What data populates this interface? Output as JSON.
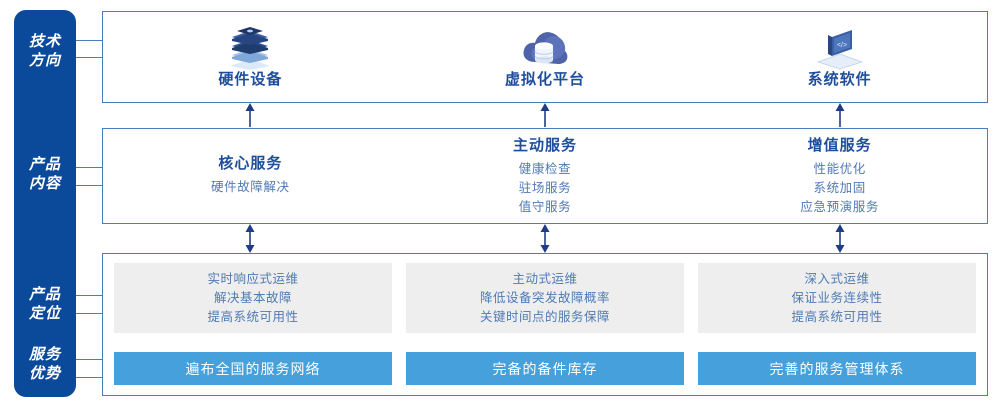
{
  "rail": {
    "items": [
      {
        "id": "tech-direction",
        "line1": "技术",
        "line2": "方向"
      },
      {
        "id": "product-content",
        "line1": "产品",
        "line2": "内容"
      },
      {
        "id": "product-position",
        "line1": "产品",
        "line2": "定位"
      },
      {
        "id": "service-advantage",
        "line1": "服务",
        "line2": "优势"
      }
    ]
  },
  "tech": {
    "columns": [
      {
        "icon": "server-stack-icon",
        "label": "硬件设备"
      },
      {
        "icon": "cloud-database-icon",
        "label": "虚拟化平台"
      },
      {
        "icon": "laptop-code-icon",
        "label": "系统软件"
      }
    ]
  },
  "content": {
    "columns": [
      {
        "title": "核心服务",
        "items": [
          "硬件故障解决"
        ]
      },
      {
        "title": "主动服务",
        "items": [
          "健康检查",
          "驻场服务",
          "值守服务"
        ]
      },
      {
        "title": "增值服务",
        "items": [
          "性能优化",
          "系统加固",
          "应急预演服务"
        ]
      }
    ]
  },
  "positioning": {
    "columns": [
      {
        "lines": [
          "实时响应式运维",
          "解决基本故障",
          "提高系统可用性"
        ]
      },
      {
        "lines": [
          "主动式运维",
          "降低设备突发故障概率",
          "关键时间点的服务保障"
        ]
      },
      {
        "lines": [
          "深入式运维",
          "保证业务连续性",
          "提高系统可用性"
        ]
      }
    ]
  },
  "advantages": {
    "items": [
      "遍布全国的服务网络",
      "完备的备件库存",
      "完善的服务管理体系"
    ]
  },
  "colors": {
    "rail_blue": "#0B4A9B",
    "border_blue": "#4A7EBB",
    "title_blue": "#1F4E9C",
    "body_blue": "#4F7AB4",
    "bar_blue": "#45A0DC",
    "gray_box": "#EEEEEE",
    "arrow_navy": "#1F3C88"
  }
}
